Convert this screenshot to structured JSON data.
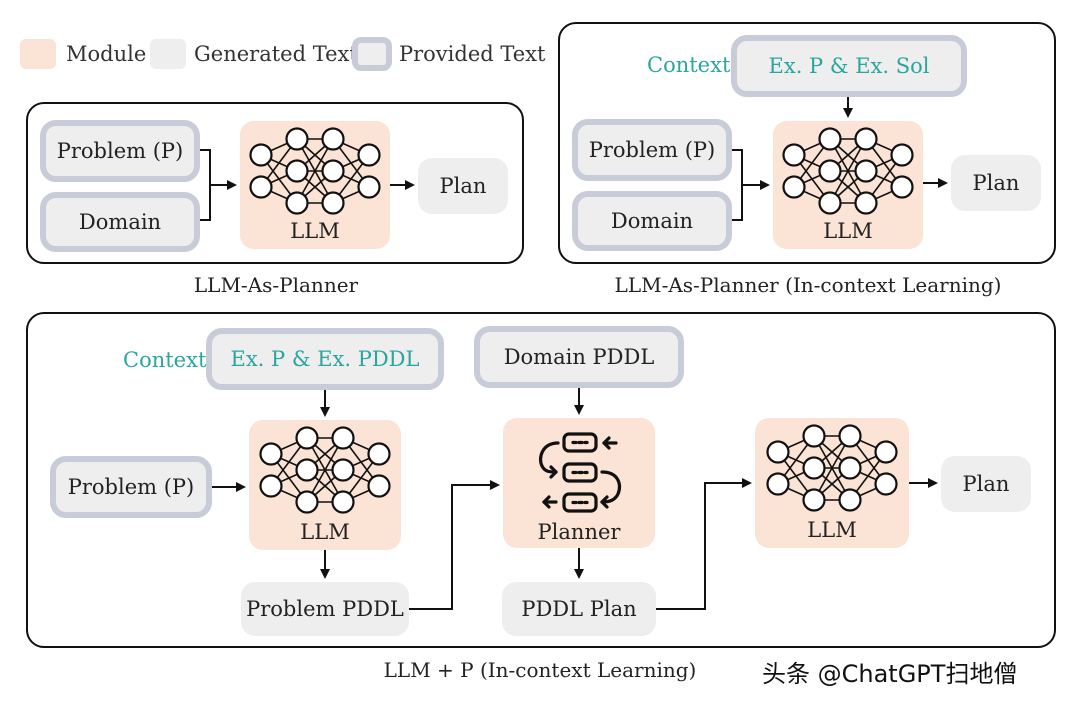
{
  "legend": {
    "module": "Module",
    "generated": "Generated Text",
    "provided": "Provided Text"
  },
  "panel1": {
    "problem": "Problem (P)",
    "domain": "Domain",
    "module_label": "LLM",
    "output": "Plan",
    "caption": "LLM-As-Planner"
  },
  "panel2": {
    "context_label": "Context",
    "context_box": "Ex. P & Ex. Sol",
    "problem": "Problem (P)",
    "domain": "Domain",
    "module_label": "LLM",
    "output": "Plan",
    "caption": "LLM-As-Planner (In-context Learning)"
  },
  "panel3": {
    "context_label": "Context",
    "context_box": "Ex. P & Ex. PDDL",
    "domain_pddl": "Domain PDDL",
    "problem": "Problem (P)",
    "llm1_label": "LLM",
    "problem_pddl": "Problem PDDL",
    "planner_label": "Planner",
    "pddl_plan": "PDDL Plan",
    "llm2_label": "LLM",
    "output": "Plan",
    "caption": "LLM + P (In-context Learning)"
  },
  "watermark": "头条 @ChatGPT扫地僧",
  "colors": {
    "module": "#fbe3d5",
    "generated": "#eeeeef",
    "provided_border": "#c8ccd8",
    "context_text": "#2aa6a0"
  },
  "icons": [
    "neural-network-icon",
    "planner-flow-icon",
    "arrow-icon"
  ]
}
